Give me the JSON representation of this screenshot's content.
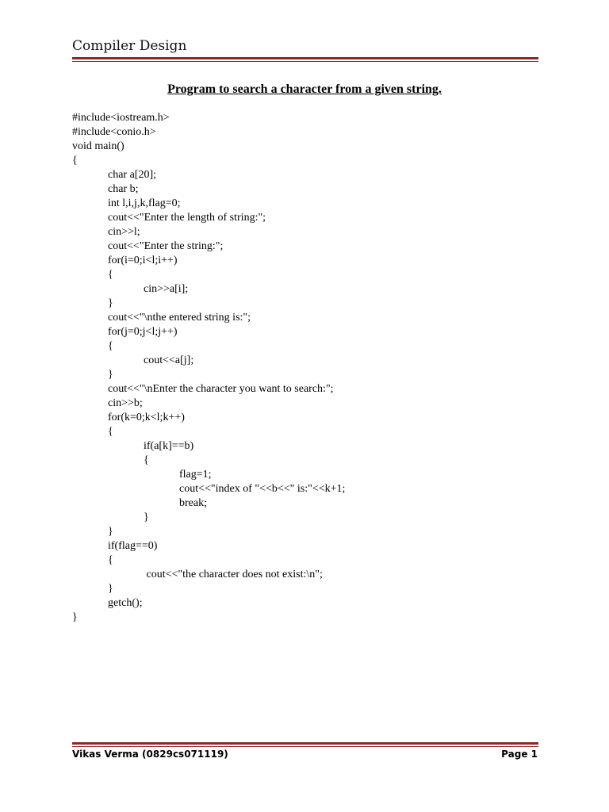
{
  "header": {
    "title": "Compiler Design"
  },
  "document": {
    "title": "Program to search a character from a given string.",
    "code_lines": [
      {
        "indent": 0,
        "text": "#include<iostream.h>"
      },
      {
        "indent": 0,
        "text": "#include<conio.h>"
      },
      {
        "indent": 0,
        "text": "void main()"
      },
      {
        "indent": 0,
        "text": "{"
      },
      {
        "indent": 1,
        "text": "char a[20];"
      },
      {
        "indent": 1,
        "text": "char b;"
      },
      {
        "indent": 1,
        "text": "int l,i,j,k,flag=0;"
      },
      {
        "indent": 1,
        "text": "cout<<\"Enter the length of string:\";"
      },
      {
        "indent": 1,
        "text": "cin>>l;"
      },
      {
        "indent": 1,
        "text": "cout<<\"Enter the string:\";"
      },
      {
        "indent": 1,
        "text": "for(i=0;i<l;i++)"
      },
      {
        "indent": 1,
        "text": "{"
      },
      {
        "indent": 2,
        "text": "cin>>a[i];"
      },
      {
        "indent": 1,
        "text": "}"
      },
      {
        "indent": 1,
        "text": "cout<<\"\\nthe entered string is:\";"
      },
      {
        "indent": 1,
        "text": "for(j=0;j<l;j++)"
      },
      {
        "indent": 1,
        "text": "{"
      },
      {
        "indent": 2,
        "text": "cout<<a[j];"
      },
      {
        "indent": 1,
        "text": "}"
      },
      {
        "indent": 1,
        "text": "cout<<\"\\nEnter the character you want to search:\";"
      },
      {
        "indent": 1,
        "text": "cin>>b;"
      },
      {
        "indent": 1,
        "text": "for(k=0;k<l;k++)"
      },
      {
        "indent": 1,
        "text": "{"
      },
      {
        "indent": 2,
        "text": "if(a[k]==b)"
      },
      {
        "indent": 2,
        "text": "{"
      },
      {
        "indent": 3,
        "text": "flag=1;"
      },
      {
        "indent": 3,
        "text": "cout<<\"index of \"<<b<<\" is:\"<<k+1;"
      },
      {
        "indent": 3,
        "text": "break;"
      },
      {
        "indent": 2,
        "text": "}"
      },
      {
        "indent": 1,
        "text": "}"
      },
      {
        "indent": 1,
        "text": "if(flag==0)"
      },
      {
        "indent": 1,
        "text": "{"
      },
      {
        "indent": 2,
        "text": " cout<<\"the character does not exist:\\n\";"
      },
      {
        "indent": 1,
        "text": "}"
      },
      {
        "indent": 1,
        "text": "getch();"
      },
      {
        "indent": 0,
        "text": "}"
      }
    ]
  },
  "footer": {
    "author": "Vikas Verma (0829cs071119)",
    "page": "Page 1"
  },
  "colors": {
    "rule": "#8b2a24"
  }
}
